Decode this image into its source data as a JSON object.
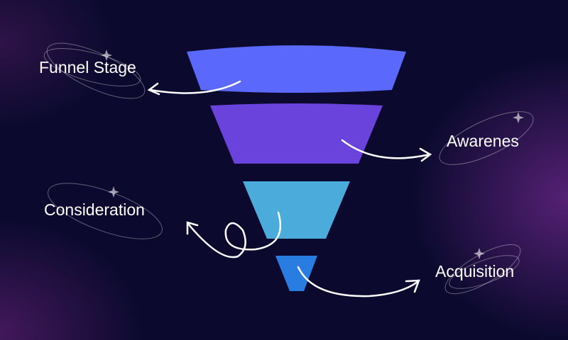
{
  "labels": {
    "funnel_stage": "Funnel Stage",
    "awareness": "Awarenes",
    "consideration": "Consideration",
    "acquisition": "Acquisition"
  },
  "colors": {
    "layer1": "#5b68fc",
    "layer2": "#6a42dc",
    "layer3": "#4bacdc",
    "layer4": "#2a7de0",
    "background": "#0b0a2e"
  }
}
